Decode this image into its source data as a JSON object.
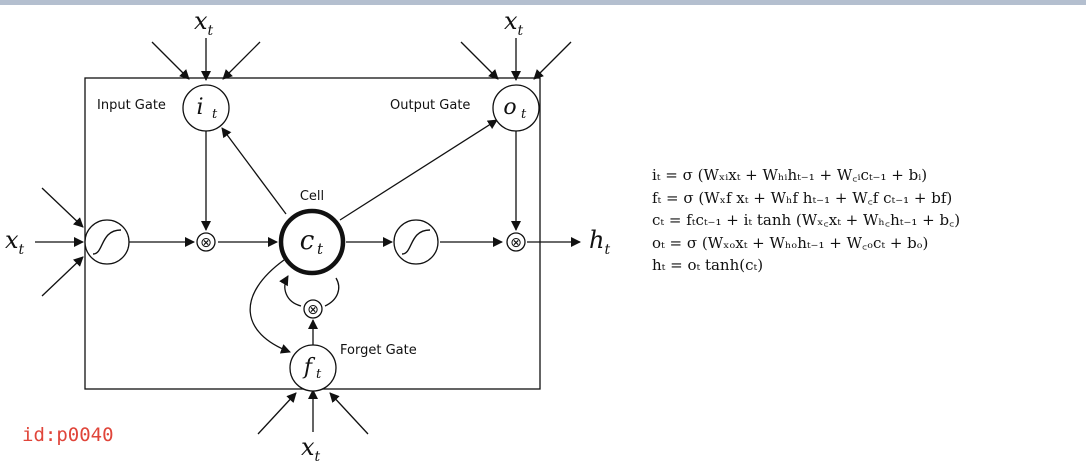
{
  "diagram": {
    "input_var": "x",
    "input_sub": "t",
    "output_var": "h",
    "output_sub": "t",
    "gates": {
      "input": {
        "label": "Input Gate",
        "symbol": "i",
        "sub": "t"
      },
      "output": {
        "label": "Output Gate",
        "symbol": "o",
        "sub": "t"
      },
      "forget": {
        "label": "Forget Gate",
        "symbol": "f",
        "sub": "t"
      },
      "cell": {
        "label": "Cell",
        "symbol": "c",
        "sub": "t"
      }
    },
    "multiply_glyph": "⊗"
  },
  "equations": [
    "iₜ = σ (Wₓᵢxₜ + Wₕᵢhₜ₋₁ + W꜀ᵢcₜ₋₁ + bᵢ)",
    "fₜ = σ (Wₓf xₜ + Wₕf hₜ₋₁ + W꜀f cₜ₋₁ + bf)",
    "cₜ = fₜcₜ₋₁ + iₜ tanh (Wₓ꜀xₜ + Wₕ꜀hₜ₋₁ + b꜀)",
    "oₜ = σ (Wₓₒxₜ + Wₕₒhₜ₋₁ + W꜀ₒcₜ + bₒ)",
    "hₜ = oₜ tanh(cₜ)"
  ],
  "page_id": "id:p0040",
  "colors": {
    "band": "#b4bfcf",
    "id_text": "#e0453a",
    "stroke": "#111111"
  }
}
